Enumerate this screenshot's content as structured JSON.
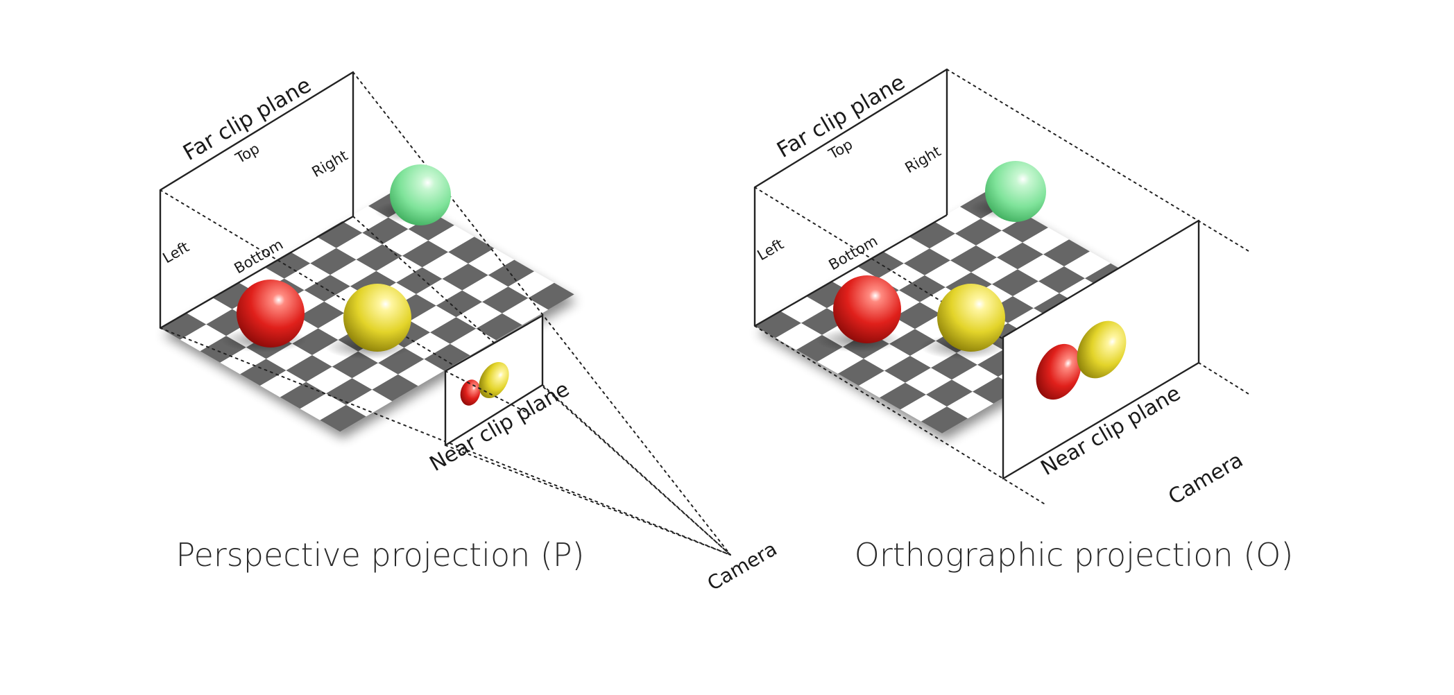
{
  "perspective": {
    "caption": "Perspective projection (P)",
    "labels": {
      "far_clip_plane": "Far clip plane",
      "top": "Top",
      "right": "Right",
      "left": "Left",
      "bottom": "Bottom",
      "near_clip_plane": "Near clip plane",
      "camera": "Camera"
    }
  },
  "orthographic": {
    "caption": "Orthographic projection (O)",
    "labels": {
      "far_clip_plane": "Far clip plane",
      "top": "Top",
      "right": "Right",
      "left": "Left",
      "bottom": "Bottom",
      "near_clip_plane": "Near clip plane",
      "camera": "Camera"
    }
  },
  "colors": {
    "sphere_red": "#e0201b",
    "sphere_yellow": "#e8d92a",
    "sphere_green": "#7fe39a",
    "checker_dark": "#666666",
    "checker_light": "#ffffff"
  }
}
